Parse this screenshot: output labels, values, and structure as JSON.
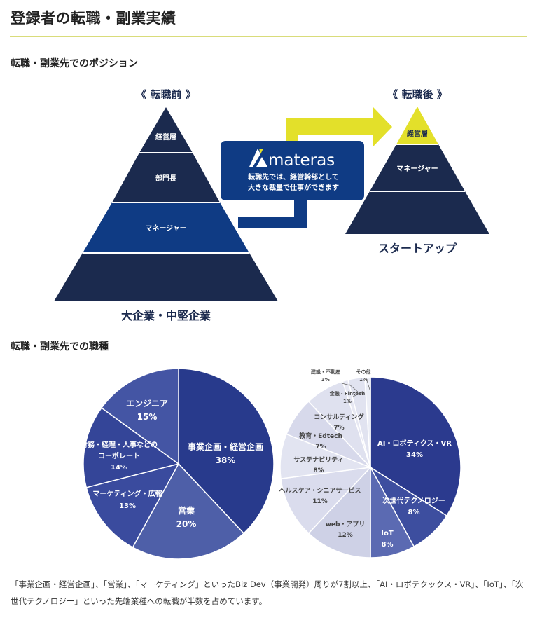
{
  "page": {
    "title": "登録者の転職・副業実績",
    "section_position": "転職・副業先でのポジション",
    "section_occupation": "転職・副業先での職種",
    "footnote": "「事業企画・経営企画」、「営業」、「マーケティング」といったBiz Dev（事業開発）周りが7割以上、「AI・ロボテクックス・VR」、「IoT」、「次世代テクノロジー」といった先端業種への転職が半数を占めています。"
  },
  "colors": {
    "navy": "#1b2a4e",
    "blue": "#0f3b84",
    "yellow": "#e3e02a",
    "pie_left_1": "#283a8c",
    "pie_left_2": "#344598",
    "pie_left_3": "#3a4b9e",
    "pie_left_4": "#4455a4",
    "pie_left_5": "#4e5fa8"
  },
  "before": {
    "header": "《 転職前 》",
    "levels": [
      "経営層",
      "部門長",
      "マネージャー"
    ],
    "caption": "大企業・中堅企業"
  },
  "after": {
    "header": "《 転職後 》",
    "levels": [
      "経営層",
      "マネージャー"
    ],
    "caption": "スタートアップ"
  },
  "callout": {
    "brand": "materas",
    "line1": "転職先では、経営幹部として",
    "line2": "大きな裁量で仕事ができます"
  },
  "chart_data": [
    {
      "type": "pie",
      "labels": [
        "事業企画・経営企画",
        "営業",
        "マーケティング・広報",
        "財務・経理・人事などのコーポレート",
        "エンジニア"
      ],
      "values": [
        38,
        20,
        13,
        14,
        15
      ],
      "value_labels": [
        "38%",
        "20%",
        "13%",
        "14%",
        "15%"
      ]
    },
    {
      "type": "pie",
      "labels": [
        "AI・ロボティクス・VR",
        "次世代テクノロジー",
        "IoT",
        "web・アプリ",
        "ヘルスケア・シニアサービス",
        "サステナビリティ",
        "教育・Edtech",
        "コンサルティング",
        "金融・Fintech",
        "建設・不動産",
        "その他"
      ],
      "values": [
        34,
        8,
        8,
        12,
        11,
        8,
        7,
        7,
        1,
        3,
        1
      ],
      "value_labels": [
        "34%",
        "8%",
        "8%",
        "12%",
        "11%",
        "8%",
        "7%",
        "7%",
        "1%",
        "3%",
        "1%"
      ]
    }
  ]
}
